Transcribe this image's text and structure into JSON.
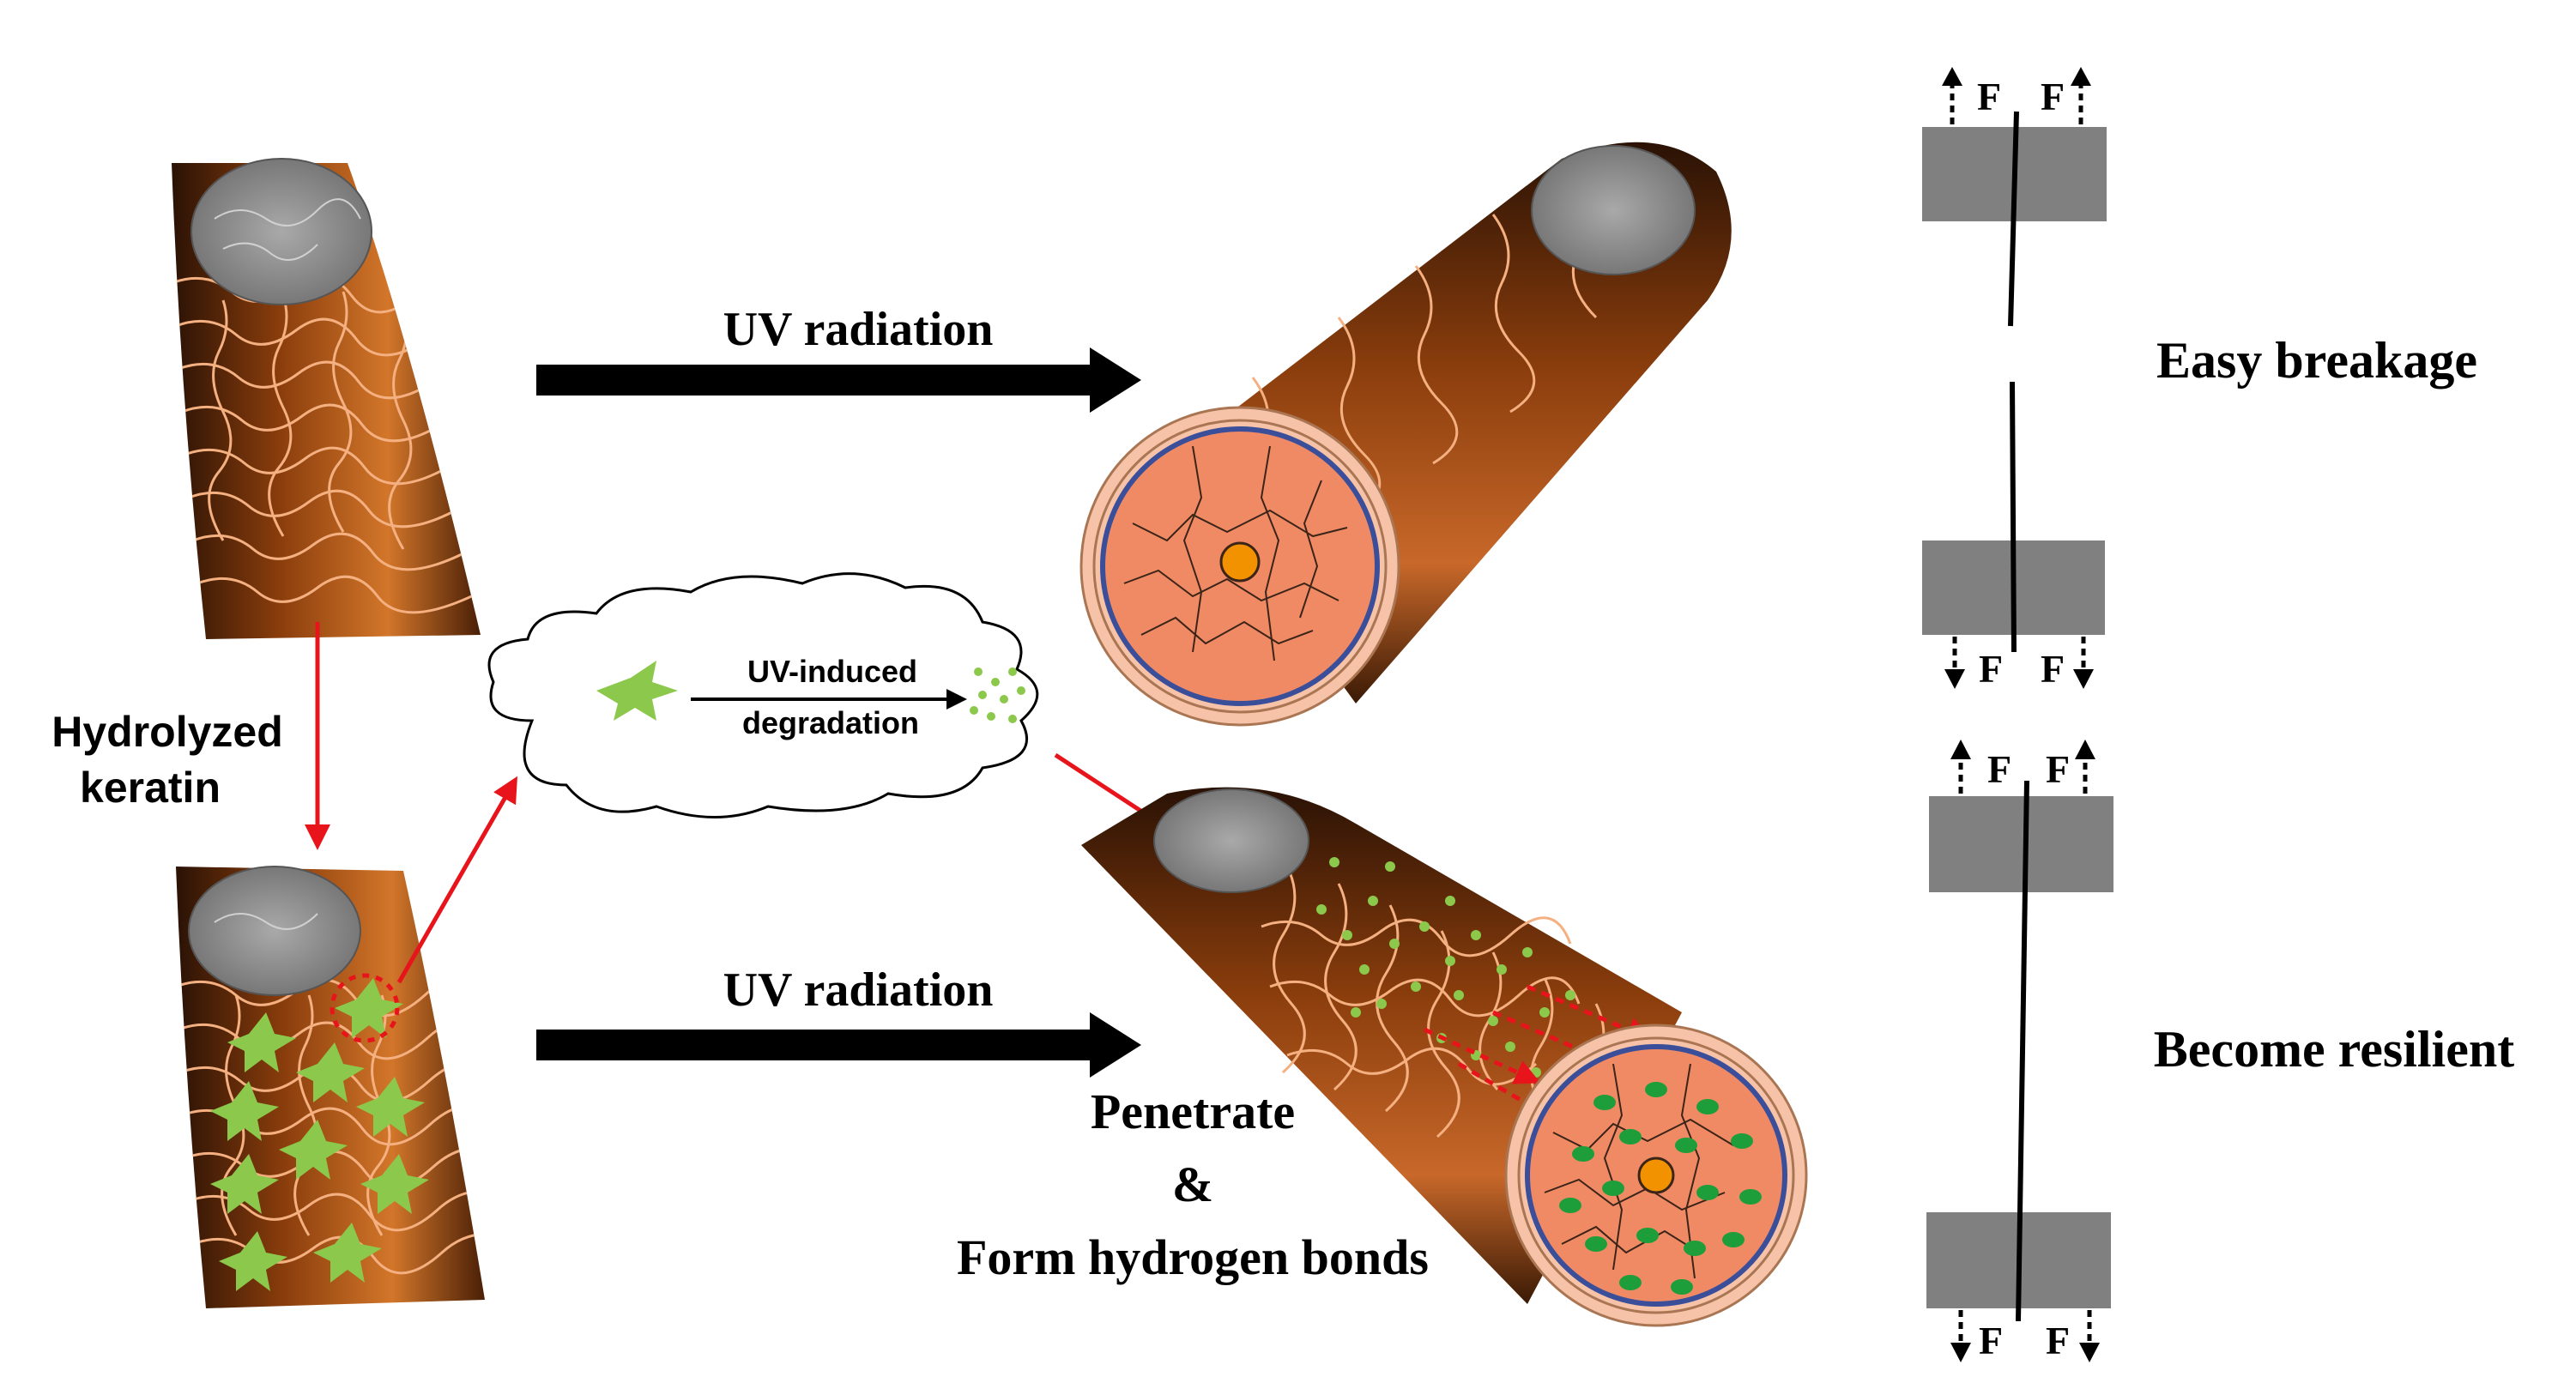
{
  "labels": {
    "uv_top": "UV radiation",
    "uv_bottom": "UV radiation",
    "hydrolyzed_1": "Hydrolyzed",
    "hydrolyzed_2": "keratin",
    "uv_induced": "UV-induced",
    "degradation": "degradation",
    "penetrate": "Penetrate",
    "ampersand": "&",
    "form_bonds": "Form hydrogen bonds",
    "easy_breakage": "Easy breakage",
    "become_resilient": "Become resilient",
    "force": "F"
  },
  "colors": {
    "hair_dark": "#2a1205",
    "hair_mid": "#8a3d0c",
    "hair_light": "#d2762a",
    "cuticle_line": "#f4b080",
    "cortex": "#f08a64",
    "medulla": "#f39200",
    "membrane": "#3a4e9a",
    "keratin_green": "#8cc84b",
    "bond_green": "#1e9e3a",
    "arrow_red": "#e8141b",
    "block_gray": "#808080",
    "sem_gray": "#8a8a8a"
  },
  "icons": {
    "keratin_molecule": "green-star-shape",
    "degraded_fragments": "green-dots"
  }
}
